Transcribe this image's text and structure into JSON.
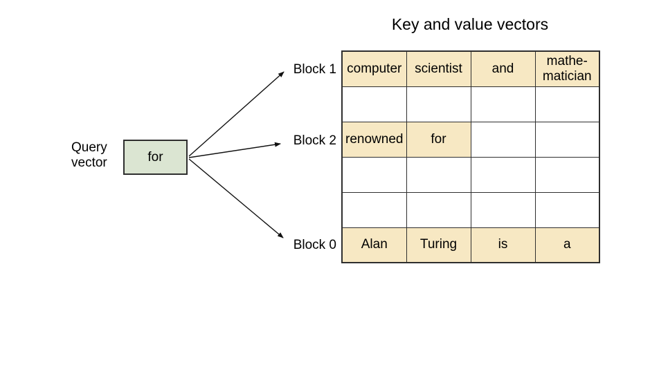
{
  "title": "Key and value vectors",
  "query_vector": {
    "label": "Query\nvector",
    "token": "for"
  },
  "block_labels": [
    "Block 1",
    "Block 2",
    "Block 0"
  ],
  "table": {
    "rows": [
      {
        "cells": [
          {
            "text": "computer",
            "filled": true
          },
          {
            "text": "scientist",
            "filled": true
          },
          {
            "text": "and",
            "filled": true
          },
          {
            "text": "mathe-\nmatician",
            "filled": true
          }
        ]
      },
      {
        "cells": [
          {
            "text": "",
            "filled": false
          },
          {
            "text": "",
            "filled": false
          },
          {
            "text": "",
            "filled": false
          },
          {
            "text": "",
            "filled": false
          }
        ]
      },
      {
        "cells": [
          {
            "text": "renowned",
            "filled": true
          },
          {
            "text": "for",
            "filled": true
          },
          {
            "text": "",
            "filled": false
          },
          {
            "text": "",
            "filled": false
          }
        ]
      },
      {
        "cells": [
          {
            "text": "",
            "filled": false
          },
          {
            "text": "",
            "filled": false
          },
          {
            "text": "",
            "filled": false
          },
          {
            "text": "",
            "filled": false
          }
        ]
      },
      {
        "cells": [
          {
            "text": "",
            "filled": false
          },
          {
            "text": "",
            "filled": false
          },
          {
            "text": "",
            "filled": false
          },
          {
            "text": "",
            "filled": false
          }
        ]
      },
      {
        "cells": [
          {
            "text": "Alan",
            "filled": true
          },
          {
            "text": "Turing",
            "filled": true
          },
          {
            "text": "is",
            "filled": true
          },
          {
            "text": "a",
            "filled": true
          }
        ]
      }
    ]
  },
  "colors": {
    "cell_fill": "#F7E8C3",
    "query_fill": "#DBE5D2",
    "border": "#2e2e2e",
    "arrow": "#111111",
    "text": "#000000",
    "background": "#ffffff"
  }
}
